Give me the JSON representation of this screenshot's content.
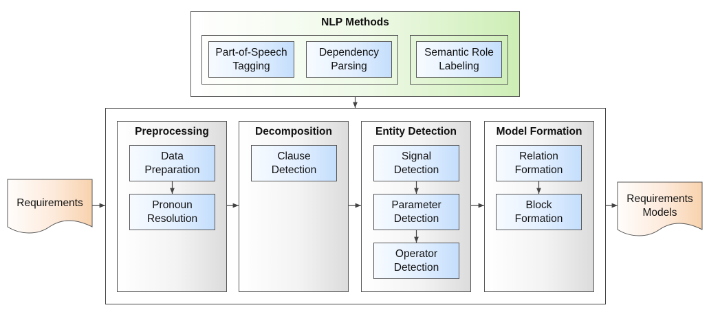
{
  "nlp_methods": {
    "title": "NLP Methods",
    "methods": [
      {
        "label": "Part-of-Speech\nTagging"
      },
      {
        "label": "Dependency\nParsing"
      },
      {
        "label": "Semantic Role\nLabeling"
      }
    ]
  },
  "input_doc": {
    "label": "Requirements"
  },
  "output_doc": {
    "label": "Requirements\nModels"
  },
  "stages": [
    {
      "title": "Preprocessing",
      "steps": [
        {
          "label": "Data\nPreparation"
        },
        {
          "label": "Pronoun\nResolution"
        }
      ]
    },
    {
      "title": "Decomposition",
      "steps": [
        {
          "label": "Clause\nDetection"
        }
      ]
    },
    {
      "title": "Entity Detection",
      "steps": [
        {
          "label": "Signal\nDetection"
        },
        {
          "label": "Parameter\nDetection"
        },
        {
          "label": "Operator\nDetection"
        }
      ]
    },
    {
      "title": "Model Formation",
      "steps": [
        {
          "label": "Relation\nFormation"
        },
        {
          "label": "Block\nFormation"
        }
      ]
    }
  ],
  "colors": {
    "nlp_fill_end": "#cdeeb5",
    "step_fill_end": "#c4defc",
    "document_fill_end": "#f8d2ad",
    "stage_fill_end": "#dcdcdc",
    "line": "#444444"
  }
}
